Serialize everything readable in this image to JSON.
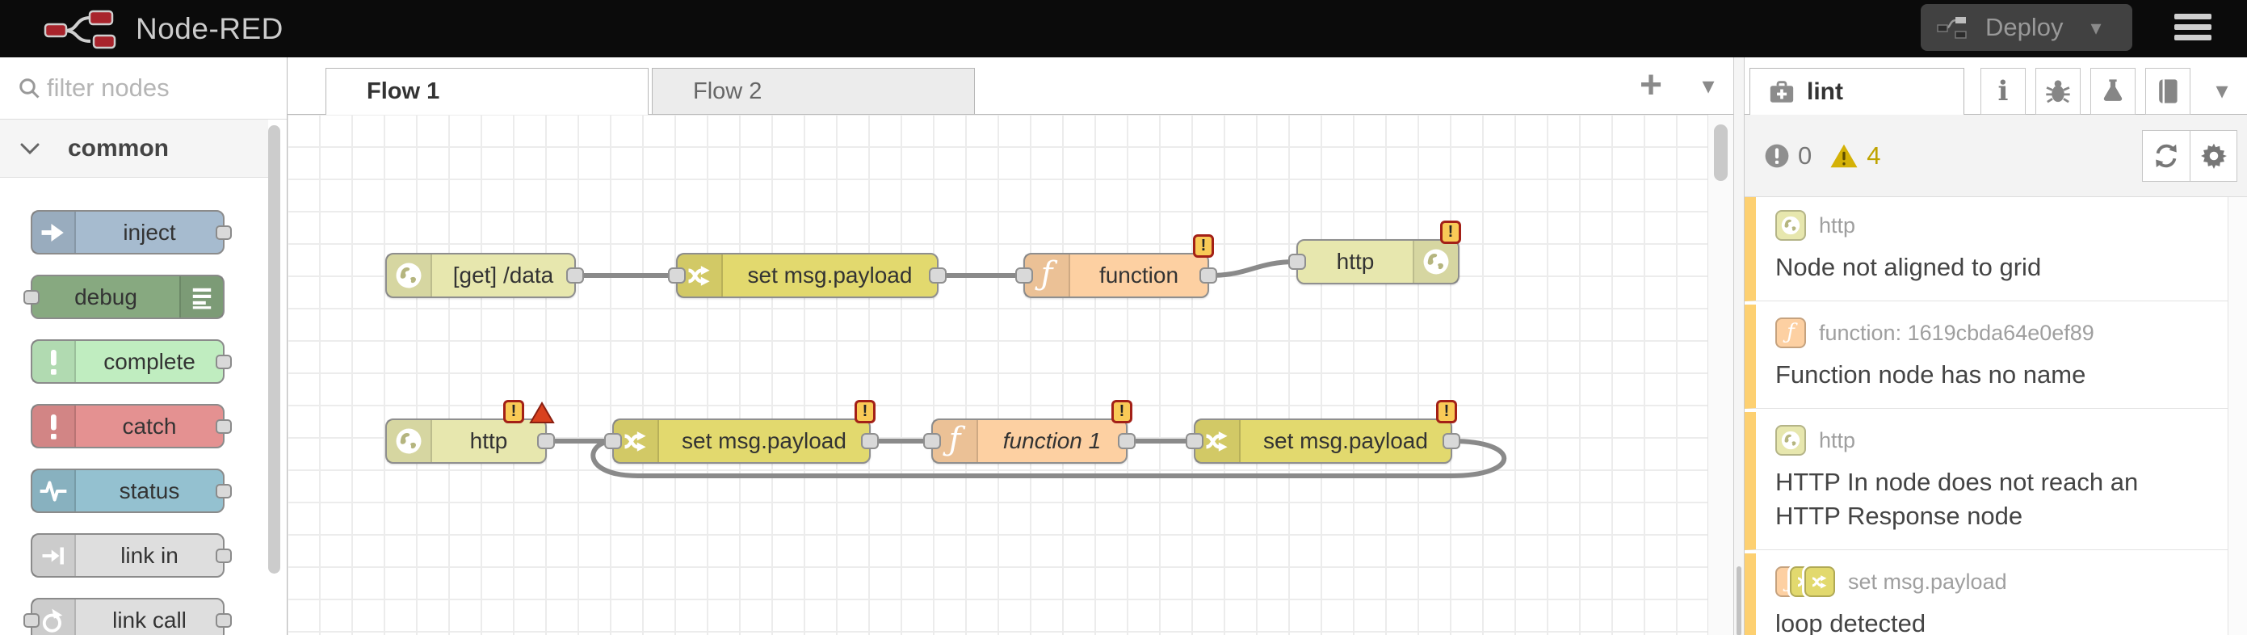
{
  "header": {
    "title": "Node-RED",
    "deploy_label": "Deploy"
  },
  "icons": {
    "function_glyph": "ƒ",
    "info_glyph": "i",
    "chevron_down": "▾",
    "plus": "+"
  },
  "palette": {
    "filter_placeholder": "filter nodes",
    "category": "common",
    "nodes": [
      {
        "label": "inject",
        "type": "inject"
      },
      {
        "label": "debug",
        "type": "debug"
      },
      {
        "label": "complete",
        "type": "complete"
      },
      {
        "label": "catch",
        "type": "catch"
      },
      {
        "label": "status",
        "type": "status"
      },
      {
        "label": "link in",
        "type": "link in"
      },
      {
        "label": "link call",
        "type": "link call"
      }
    ]
  },
  "workspace": {
    "tabs": [
      {
        "label": "Flow 1",
        "active": true
      },
      {
        "label": "Flow 2",
        "active": false
      }
    ]
  },
  "canvas": {
    "warning_badge": "!",
    "nodes": [
      {
        "label": "[get] /data",
        "type": "http in"
      },
      {
        "label": "set msg.payload",
        "type": "change"
      },
      {
        "label": "function",
        "type": "function"
      },
      {
        "label": "http",
        "type": "http response"
      },
      {
        "label": "http",
        "type": "http in"
      },
      {
        "label": "set msg.payload",
        "type": "change"
      },
      {
        "label": "function 1",
        "type": "function"
      },
      {
        "label": "set msg.payload",
        "type": "change"
      }
    ]
  },
  "sidebar": {
    "tab_label": "lint",
    "error_count": "0",
    "warning_count": "4",
    "issues": [
      {
        "node": "http",
        "message": "Node not aligned to grid"
      },
      {
        "node": "function: 1619cbda64e0ef89",
        "message": "Function node has no name"
      },
      {
        "node": "http",
        "message": "HTTP In node does not reach an HTTP Response node"
      },
      {
        "node": "set msg.payload",
        "message": "loop detected"
      }
    ]
  },
  "colors": {
    "header_bg": "#0b0b0b",
    "http_in": "#e7e7ae",
    "change": "#e2d96e",
    "function": "#fdd0a2",
    "inject": "#a6bbcf",
    "debug": "#87a980",
    "complete": "#c0edc0",
    "catch": "#e49191",
    "status": "#94c1d0",
    "link": "#dedede",
    "warning_stripe": "#fdd071",
    "badge_fill": "#f9ca57",
    "badge_border": "#a32017",
    "error_triangle": "#d9411e",
    "wire": "#8a8a8a"
  }
}
